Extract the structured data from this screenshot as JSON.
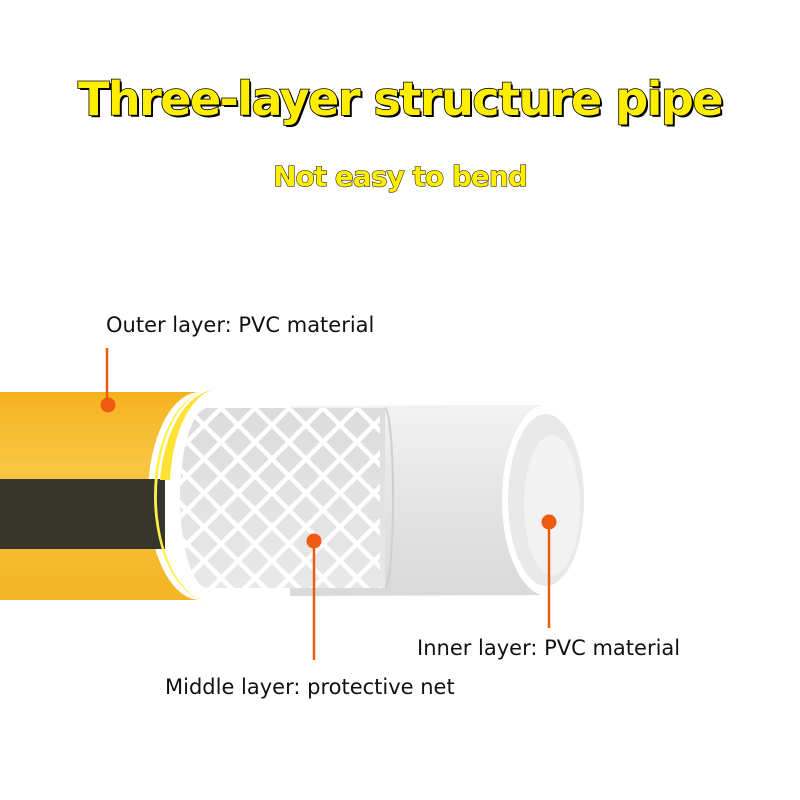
{
  "title": "Three-layer structure pipe",
  "subtitle": "Not easy to bend",
  "labels": {
    "outer": "Outer layer: PVC material",
    "middle": "Middle layer: protective net",
    "inner": "Inner layer: PVC material"
  },
  "colors": {
    "outer_layer": "#f7be35",
    "outer_rim": "#ffef4a",
    "stripe": "#35352a",
    "net_background": "#e6e6e6",
    "net_lines": "#ffffff",
    "inner_tube": "#eeeeee",
    "marker": "#ee5a10",
    "title_fill": "#ffee00"
  }
}
